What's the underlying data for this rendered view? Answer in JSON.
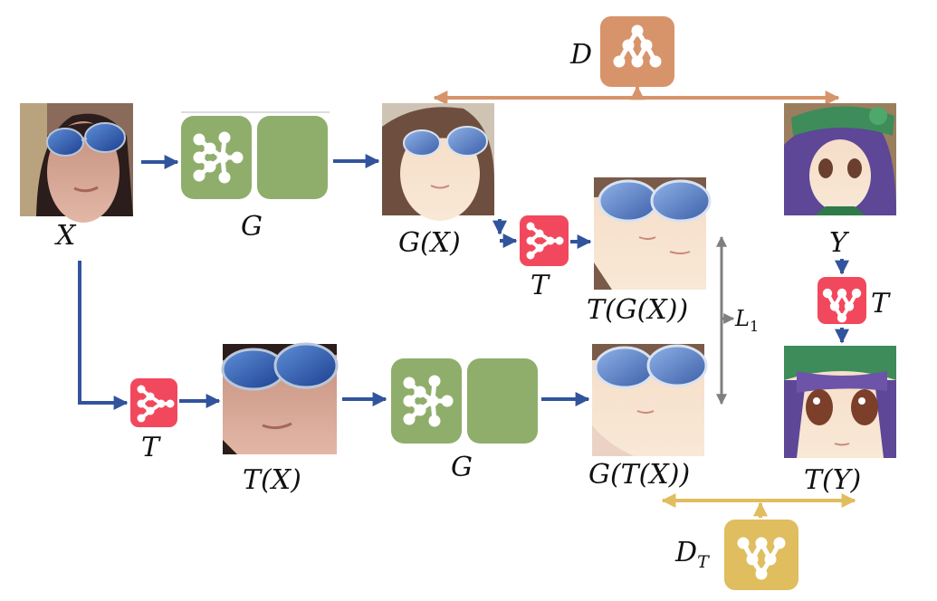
{
  "labels": {
    "x": "X",
    "g_top": "G",
    "gx": "G(X)",
    "t_top": "T",
    "tgx": "T(G(X))",
    "l1": "L",
    "l1_sub": "1",
    "y": "Y",
    "t_right": "T",
    "t_left": "T",
    "tx": "T(X)",
    "g_bottom": "G",
    "gtx": "G(T(X))",
    "ty": "T(Y)",
    "d": "D",
    "dt": "D",
    "dt_sub": "T"
  },
  "colors": {
    "generator": "#8fae6b",
    "transform": "#f2485d",
    "discriminator": "#d7946b",
    "discriminator_t": "#e0bd5e",
    "arrow_blue": "#31549c",
    "l1_gray": "#7f7f7f"
  },
  "images": {
    "x": "photo-face-sunglasses",
    "gx": "anime-face-sunglasses",
    "y": "anime-girl-green-hat",
    "tx": "photo-face-sunglasses-crop",
    "tgx": "anime-face-crop",
    "gtx": "anime-face-crop",
    "ty": "anime-girl-crop"
  }
}
